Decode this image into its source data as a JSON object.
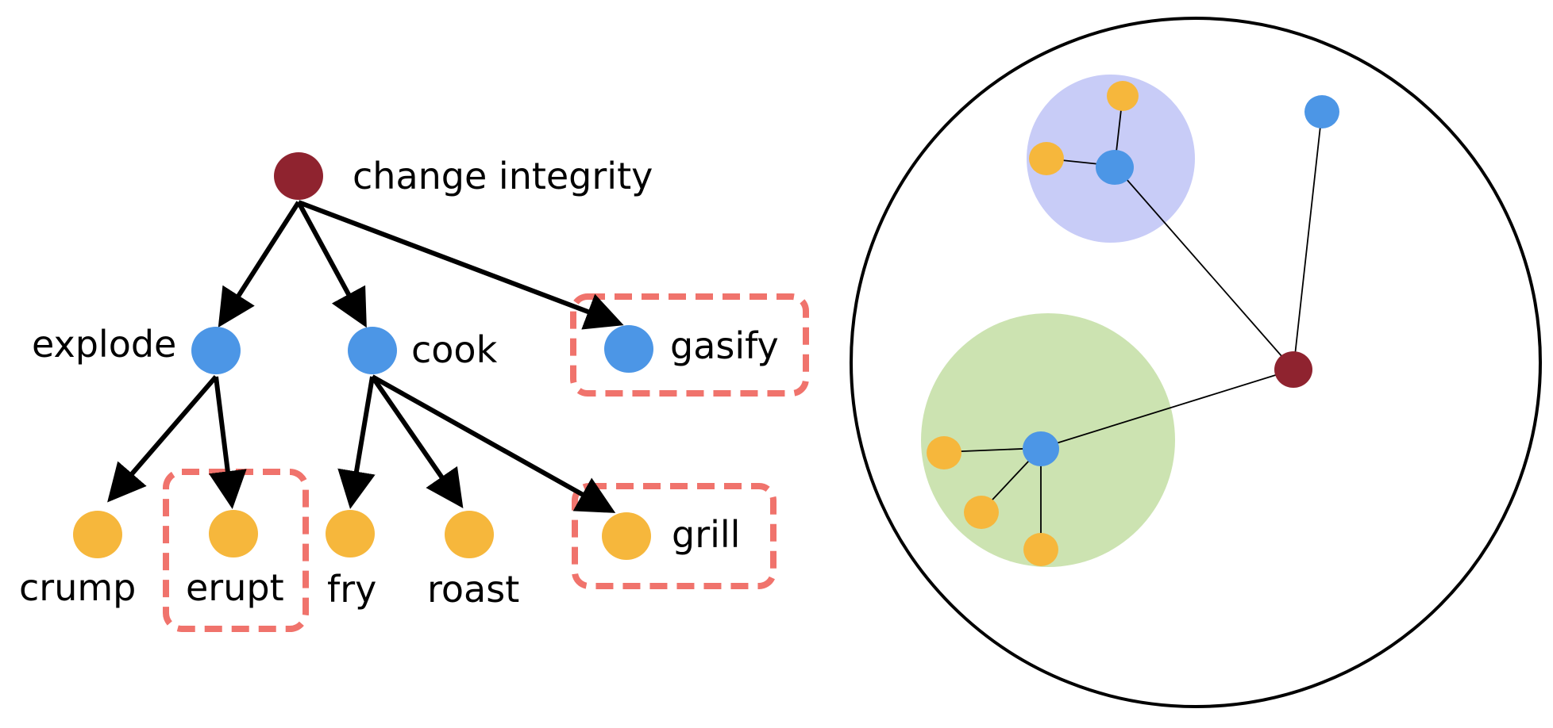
{
  "colors": {
    "root": "#8f232f",
    "verb": "#4c96e6",
    "leaf": "#f6b73c",
    "highlight": "#f0736c",
    "cluster_blue": "#c8ccf7",
    "cluster_green": "#cce3b1"
  },
  "tree": {
    "root": {
      "label": "change integrity"
    },
    "explode": {
      "label": "explode"
    },
    "cook": {
      "label": "cook"
    },
    "gasify": {
      "label": "gasify"
    },
    "crump": {
      "label": "crump"
    },
    "erupt": {
      "label": "erupt"
    },
    "fry": {
      "label": "fry"
    },
    "roast": {
      "label": "roast"
    },
    "grill": {
      "label": "grill"
    }
  },
  "embedding": {
    "clusters": [
      "blue",
      "green"
    ]
  }
}
